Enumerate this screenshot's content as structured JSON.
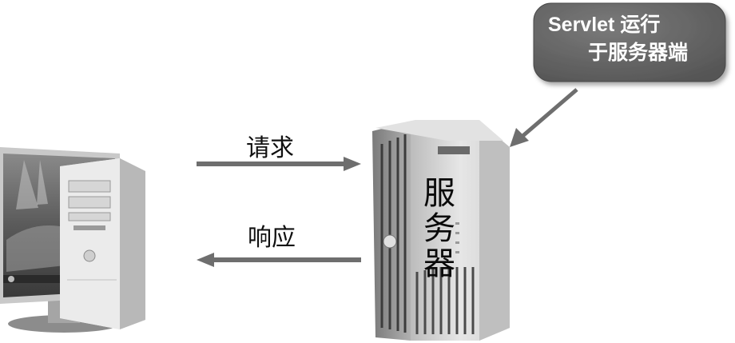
{
  "arrows": {
    "request_label": "请求",
    "response_label": "响应"
  },
  "server": {
    "label_chars": [
      "服",
      "务",
      "器"
    ]
  },
  "callout": {
    "line1": "Servlet 运行",
    "line2": "于服务器端"
  },
  "colors": {
    "arrow": "#6e6e6e",
    "bubble": "#6b6b6b",
    "server_body": "#d9d9d9"
  }
}
